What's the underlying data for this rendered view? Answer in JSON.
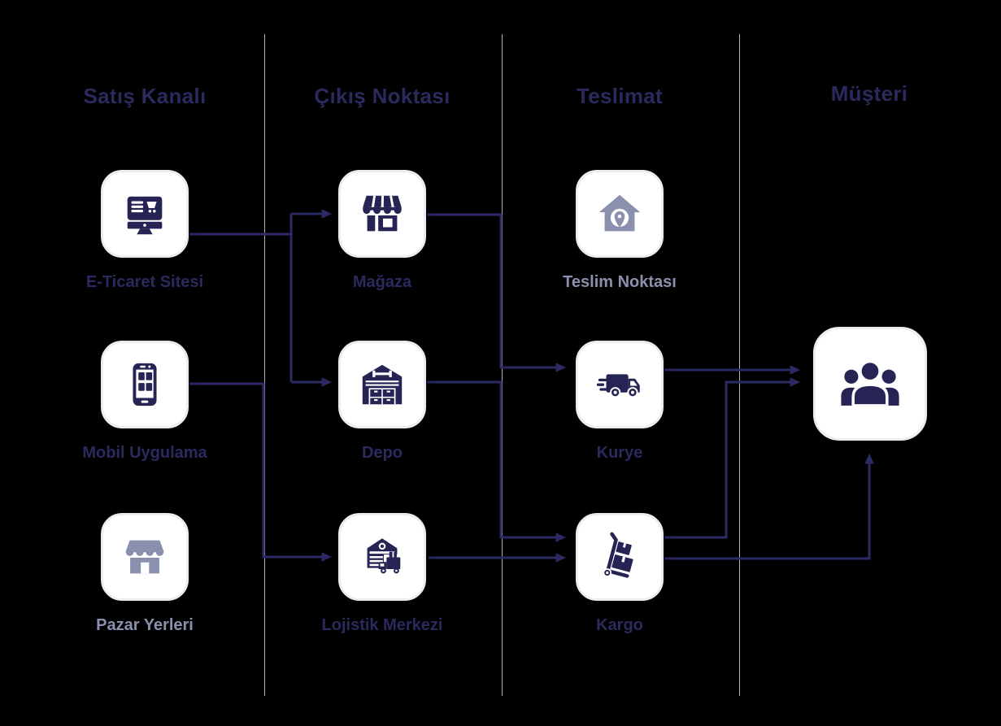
{
  "diagram": {
    "background": "#000000",
    "colors": {
      "navy_icon": "#262355",
      "navy_text": "#2b2a5e",
      "connector_line": "#2c2a63",
      "dimmed": "#8a90ae",
      "column_divider": "#a9aec4",
      "tile_background": "#ffffff",
      "tile_border": "#ececf1"
    },
    "columns": [
      {
        "id": "satis-kanali",
        "title": "Satış Kanalı",
        "nodes": [
          {
            "id": "e-ticaret-sitesi",
            "label": "E-Ticaret Sitesi",
            "icon": "desktop-cart-icon",
            "state": "active"
          },
          {
            "id": "mobil-uygulama",
            "label": "Mobil Uygulama",
            "icon": "smartphone-icon",
            "state": "active"
          },
          {
            "id": "pazar-yerleri",
            "label": "Pazar Yerleri",
            "icon": "marketplace-awning-icon",
            "state": "dimmed"
          }
        ]
      },
      {
        "id": "cikis-noktasi",
        "title": "Çıkış Noktası",
        "nodes": [
          {
            "id": "magaza",
            "label": "Mağaza",
            "icon": "shop-storefront-icon",
            "state": "active"
          },
          {
            "id": "depo",
            "label": "Depo",
            "icon": "warehouse-boxes-icon",
            "state": "active"
          },
          {
            "id": "lojistik-merkezi",
            "label": "Lojistik Merkezi",
            "icon": "logistics-center-truck-icon",
            "state": "active"
          }
        ]
      },
      {
        "id": "teslimat",
        "title": "Teslimat",
        "nodes": [
          {
            "id": "teslim-noktasi",
            "label": "Teslim Noktası",
            "icon": "house-location-pin-icon",
            "state": "dimmed"
          },
          {
            "id": "kurye",
            "label": "Kurye",
            "icon": "delivery-van-icon",
            "state": "active"
          },
          {
            "id": "kargo",
            "label": "Kargo",
            "icon": "hand-truck-boxes-icon",
            "state": "active"
          }
        ]
      },
      {
        "id": "musteri",
        "title": "Müşteri",
        "nodes": [
          {
            "id": "musteri-node",
            "label": "",
            "icon": "people-group-icon",
            "state": "active"
          }
        ]
      }
    ],
    "edges": [
      {
        "from": "e-ticaret-sitesi",
        "to": "magaza"
      },
      {
        "from": "e-ticaret-sitesi",
        "to": "depo"
      },
      {
        "from": "mobil-uygulama",
        "to": "lojistik-merkezi"
      },
      {
        "from": "magaza",
        "to": "kurye"
      },
      {
        "from": "depo",
        "to": "kargo"
      },
      {
        "from": "lojistik-merkezi",
        "to": "kargo"
      },
      {
        "from": "kurye",
        "to": "musteri-node"
      },
      {
        "from": "kargo",
        "to": "musteri-node-left"
      },
      {
        "from": "kargo",
        "to": "musteri-node-bottom"
      }
    ]
  }
}
